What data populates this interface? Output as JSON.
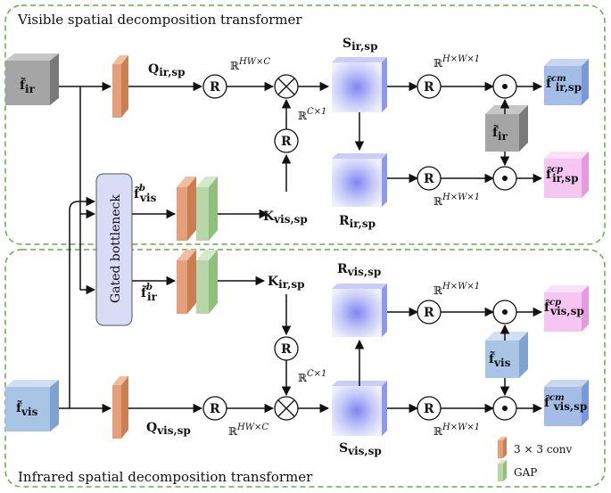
{
  "panels": {
    "top_title": "Visible spatial decomposition transformer",
    "bottom_title": "Infrared spatial decomposition transformer"
  },
  "inputs": {
    "f_ir": "f̃ir",
    "f_vis": "f̃vis"
  },
  "gated_bottleneck": "Gated bottleneck",
  "features": {
    "f_vis_b": "f̃bvis",
    "f_ir_b": "f̃bir"
  },
  "queries_keys": {
    "q_ir": "Qir,sp",
    "k_vis": "Kvis,sp",
    "k_ir": "Kir,sp",
    "q_vis": "Qvis,sp"
  },
  "maps": {
    "s_ir": "Sir,sp",
    "r_ir": "Rir,sp",
    "r_vis": "Rvis,sp",
    "s_vis": "Svis,sp"
  },
  "ops": {
    "reshape": "R",
    "matmul": "⊗",
    "hadamard": "•"
  },
  "dims": {
    "hwc": "ℝHW×C",
    "c1": "ℝC×1",
    "hw1": "ℝH×W×1"
  },
  "outputs": {
    "f_ir_cm": "f̂cmir,sp",
    "f_ir_cp": "f̂cpir,sp",
    "f_vis_cp": "f̂cpvis,sp",
    "f_vis_cm": "f̂cmvis,sp"
  },
  "legend": {
    "conv": "3 × 3 conv",
    "gap": "GAP"
  },
  "colors": {
    "input_gray": "#9e9e9e",
    "input_blue": "#a9c5e6",
    "conv": "#e3a07a",
    "gap": "#b7d7a8",
    "output_blue": "#a3bde6",
    "output_pink": "#f5c6f2",
    "map_blue": "#6f7cf0",
    "gated": "#d9dcf5",
    "panel_border": "#6aa84f"
  }
}
